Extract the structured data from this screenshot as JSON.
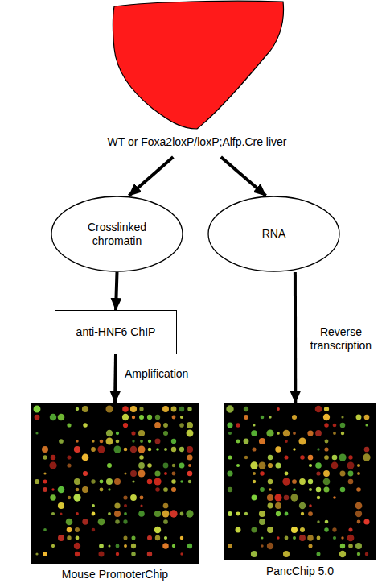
{
  "diagram": {
    "nodes": [
      {
        "text": [
          "WT or Foxa2loxP/loxP;Alfp.Cre liver"
        ]
      },
      {
        "text": [
          "Crosslinked chromatin"
        ]
      },
      {
        "text": [
          "RNA"
        ]
      },
      {
        "text": [
          "anti-HNF6 ChIP"
        ]
      },
      {
        "text": [
          "Mouse PromoterChip"
        ]
      },
      {
        "text": [
          "PancChip 5.0"
        ]
      }
    ],
    "edges": [
      {
        "from": 0,
        "to": 1,
        "arrow": "to"
      },
      {
        "from": 0,
        "to": 2,
        "arrow": "to"
      },
      {
        "from": 1,
        "to": 3,
        "arrow": "to"
      },
      {
        "from": 3,
        "to": 4,
        "label": "Amplification",
        "arrow": "to"
      },
      {
        "from": 2,
        "to": 5,
        "label": "Reverse transcription",
        "arrow": "to"
      }
    ]
  }
}
